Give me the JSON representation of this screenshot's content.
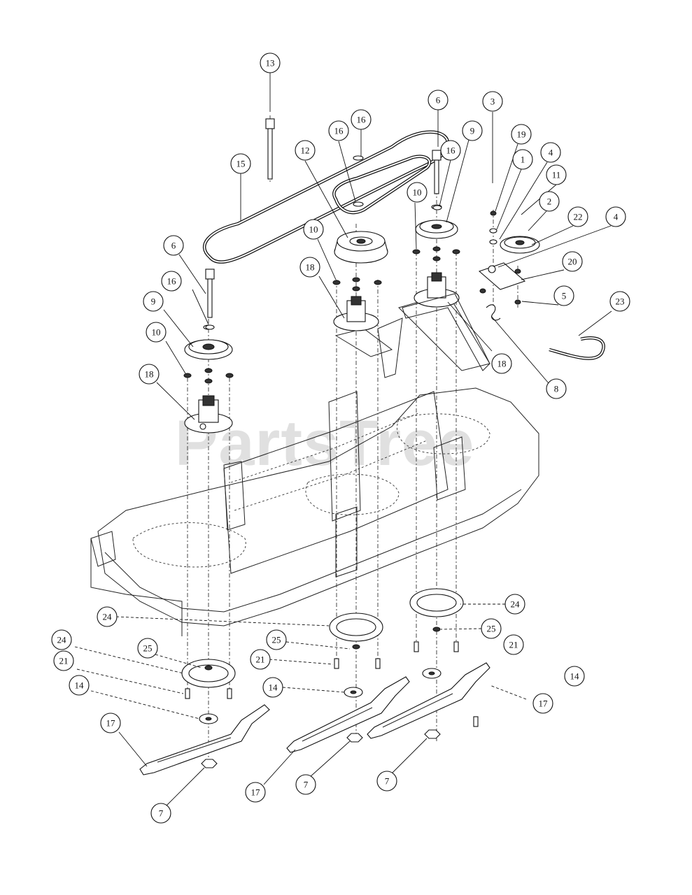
{
  "watermark": "PartsTree",
  "callout_labels": [
    "13",
    "6",
    "16",
    "16",
    "16",
    "15",
    "12",
    "9",
    "3",
    "19",
    "1",
    "4",
    "11",
    "2",
    "22",
    "4",
    "20",
    "5",
    "23",
    "8",
    "18",
    "10",
    "10",
    "18",
    "6",
    "16",
    "9",
    "10",
    "18",
    "24",
    "24",
    "25",
    "25",
    "21",
    "21",
    "14",
    "14",
    "17",
    "17",
    "7",
    "7",
    "7",
    "24",
    "25",
    "21",
    "14",
    "17"
  ]
}
